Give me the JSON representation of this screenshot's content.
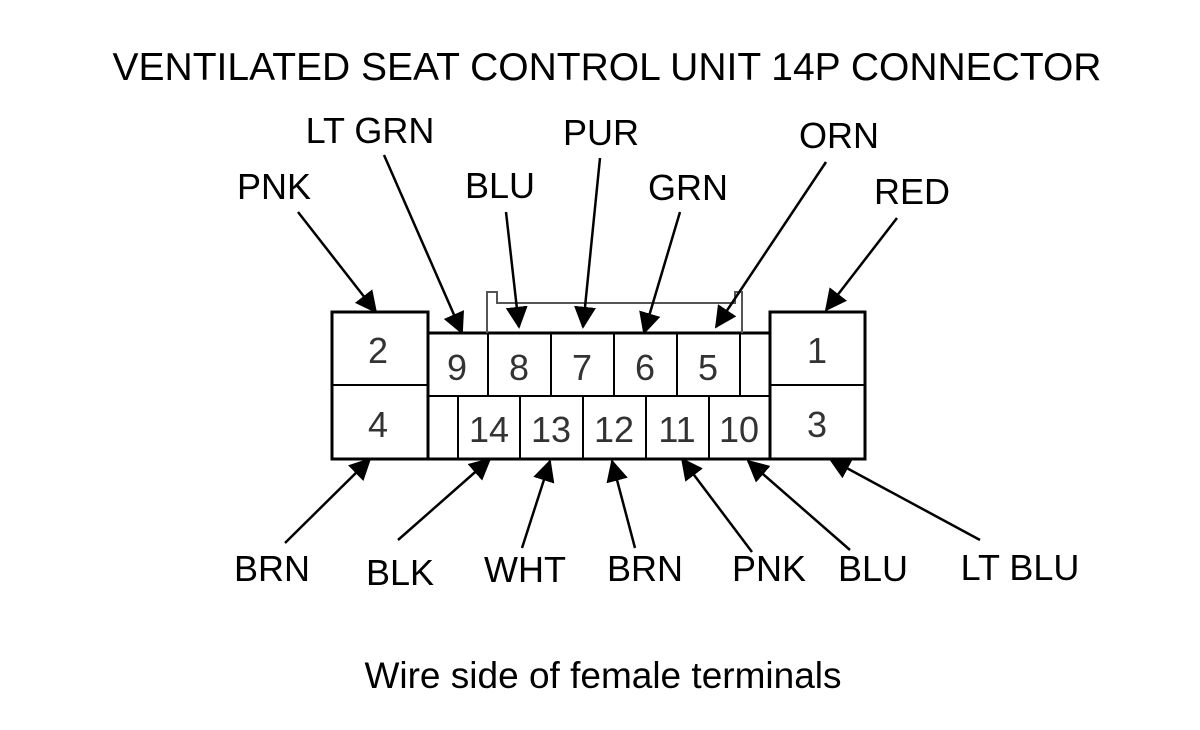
{
  "title": "VENTILATED SEAT CONTROL UNIT 14P CONNECTOR",
  "subtitle": "Wire side of female terminals",
  "pins": [
    {
      "pin": "1",
      "wire": "RED"
    },
    {
      "pin": "2",
      "wire": "PNK"
    },
    {
      "pin": "3",
      "wire": "LT BLU"
    },
    {
      "pin": "4",
      "wire": "BRN"
    },
    {
      "pin": "5",
      "wire": "ORN"
    },
    {
      "pin": "6",
      "wire": "GRN"
    },
    {
      "pin": "7",
      "wire": "PUR"
    },
    {
      "pin": "8",
      "wire": "BLU"
    },
    {
      "pin": "9",
      "wire": "LT GRN"
    },
    {
      "pin": "10",
      "wire": "BLU"
    },
    {
      "pin": "11",
      "wire": "PNK"
    },
    {
      "pin": "12",
      "wire": "BRN"
    },
    {
      "pin": "13",
      "wire": "WHT"
    },
    {
      "pin": "14",
      "wire": "BLK"
    }
  ]
}
